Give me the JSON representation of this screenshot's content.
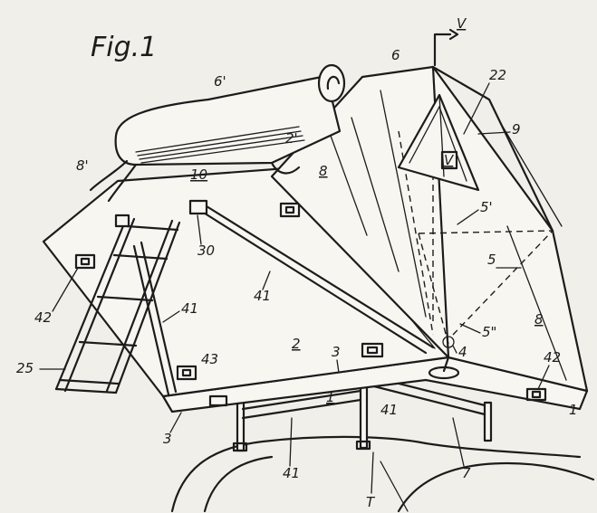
{
  "figure": {
    "title": "Fig.1",
    "section_marker": "V",
    "labels": {
      "l_6p": "6'",
      "l_6": "6",
      "l_22": "22",
      "l_9": "9",
      "l_2p": "2'",
      "l_8p": "8'",
      "l_10": "10",
      "l_8a": "8",
      "l_v": "V",
      "l_5p": "5'",
      "l_5": "5",
      "l_30": "30",
      "l_41a": "41",
      "l_41b": "41",
      "l_42a": "42",
      "l_42b": "42",
      "l_5pp": "5\"",
      "l_8b": "8",
      "l_25": "25",
      "l_43": "43",
      "l_2": "2",
      "l_3a": "3",
      "l_4": "4",
      "l_1a": "1",
      "l_1b": "1",
      "l_3b": "3",
      "l_41c": "41",
      "l_41d": "41",
      "l_7": "7",
      "l_T": "T"
    }
  }
}
